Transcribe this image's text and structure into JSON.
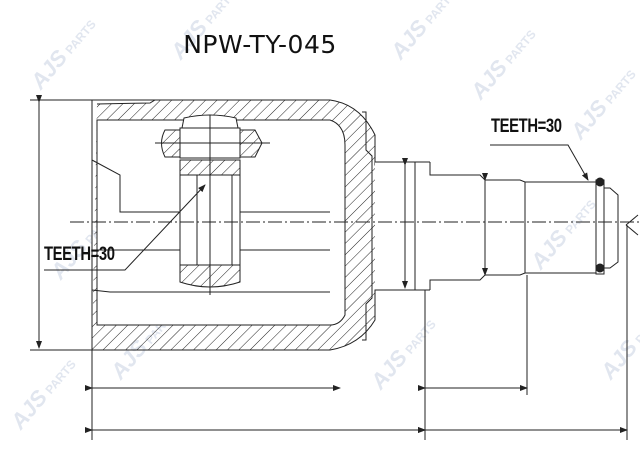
{
  "drawing": {
    "part_number": "NPW-TY-045",
    "callouts": [
      {
        "id": "left",
        "text": "TEETH=30"
      },
      {
        "id": "right",
        "text": "TEETH=30"
      }
    ],
    "watermark": {
      "brand": "AJS",
      "suffix": "PARTS",
      "color": "#c9d2e3"
    },
    "line_color": "#222222",
    "background": "#ffffff"
  }
}
